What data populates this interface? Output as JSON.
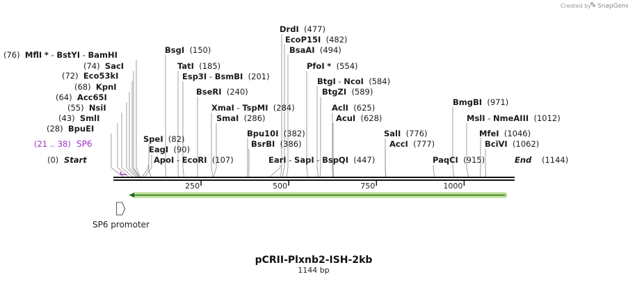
{
  "map": {
    "title": "pCRII-Plxnb2-ISH-2kb",
    "length_label": "1144 bp",
    "total_bp": 1144,
    "start_label": "Start",
    "start_pos": "(0)",
    "end_label": "End",
    "end_pos": "(1144)"
  },
  "credit": {
    "created_by": "Created by",
    "brand": "SnapGene"
  },
  "ruler": [
    {
      "value": 250,
      "label": "250"
    },
    {
      "value": 500,
      "label": "500"
    },
    {
      "value": 750,
      "label": "750"
    },
    {
      "value": 1000,
      "label": "1000"
    }
  ],
  "primer": {
    "name": "SP6",
    "range": "(21 .. 38)",
    "start": 21,
    "end": 38,
    "color": "#9e33c9"
  },
  "features": [
    {
      "name": "SP6 promoter",
      "start": 19,
      "end": 37,
      "type": "promoter"
    },
    {
      "name": "",
      "start": 40,
      "end": 1127,
      "type": "orf",
      "color": "#8bc34a"
    }
  ],
  "sites": [
    {
      "text": "(76)  MflI * - BstYI - BamHI",
      "enzymes": [
        "MflI *",
        "BstYI",
        "BamHI"
      ],
      "pos": 76
    },
    {
      "text": "(74)  SacI",
      "enzymes": [
        "SacI"
      ],
      "pos": 74
    },
    {
      "text": "(72)  Eco53kI",
      "enzymes": [
        "Eco53kI"
      ],
      "pos": 72
    },
    {
      "text": "(68)  KpnI",
      "enzymes": [
        "KpnI"
      ],
      "pos": 68
    },
    {
      "text": "(64)  Acc65I",
      "enzymes": [
        "Acc65I"
      ],
      "pos": 64
    },
    {
      "text": "(55)  NsiI",
      "enzymes": [
        "NsiI"
      ],
      "pos": 55
    },
    {
      "text": "(43)  SmlI",
      "enzymes": [
        "SmlI"
      ],
      "pos": 43
    },
    {
      "text": "(28)  BpuEI",
      "enzymes": [
        "BpuEI"
      ],
      "pos": 28
    },
    {
      "text": "SpeI  (82)",
      "enzymes": [
        "SpeI"
      ],
      "pos": 82
    },
    {
      "text": "EagI  (90)",
      "enzymes": [
        "EagI"
      ],
      "pos": 90
    },
    {
      "text": "ApoI - EcoRI  (107)",
      "enzymes": [
        "ApoI",
        "EcoRI"
      ],
      "pos": 107
    },
    {
      "text": "BsgI  (150)",
      "enzymes": [
        "BsgI"
      ],
      "pos": 150
    },
    {
      "text": "TatI  (185)",
      "enzymes": [
        "TatI"
      ],
      "pos": 185
    },
    {
      "text": "Esp3I - BsmBI  (201)",
      "enzymes": [
        "Esp3I",
        "BsmBI"
      ],
      "pos": 201
    },
    {
      "text": "BseRI  (240)",
      "enzymes": [
        "BseRI"
      ],
      "pos": 240
    },
    {
      "text": "XmaI - TspMI  (284)",
      "enzymes": [
        "XmaI",
        "TspMI"
      ],
      "pos": 284
    },
    {
      "text": "SmaI  (286)",
      "enzymes": [
        "SmaI"
      ],
      "pos": 286
    },
    {
      "text": "Bpu10I  (382)",
      "enzymes": [
        "Bpu10I"
      ],
      "pos": 382
    },
    {
      "text": "BsrBI  (386)",
      "enzymes": [
        "BsrBI"
      ],
      "pos": 386
    },
    {
      "text": "EarI - SapI - BspQI  (447)",
      "enzymes": [
        "EarI",
        "SapI",
        "BspQI"
      ],
      "pos": 447
    },
    {
      "text": "DrdI  (477)",
      "enzymes": [
        "DrdI"
      ],
      "pos": 477
    },
    {
      "text": "EcoP15I  (482)",
      "enzymes": [
        "EcoP15I"
      ],
      "pos": 482
    },
    {
      "text": "BsaAI  (494)",
      "enzymes": [
        "BsaAI"
      ],
      "pos": 494
    },
    {
      "text": "PfoI *  (554)",
      "enzymes": [
        "PfoI *"
      ],
      "pos": 554
    },
    {
      "text": "BtgI - NcoI  (584)",
      "enzymes": [
        "BtgI",
        "NcoI"
      ],
      "pos": 584
    },
    {
      "text": "BtgZI  (589)",
      "enzymes": [
        "BtgZI"
      ],
      "pos": 589
    },
    {
      "text": "AclI  (625)",
      "enzymes": [
        "AclI"
      ],
      "pos": 625
    },
    {
      "text": "AcuI  (628)",
      "enzymes": [
        "AcuI"
      ],
      "pos": 628
    },
    {
      "text": "SalI  (776)",
      "enzymes": [
        "SalI"
      ],
      "pos": 776
    },
    {
      "text": "AccI  (777)",
      "enzymes": [
        "AccI"
      ],
      "pos": 777
    },
    {
      "text": "PaqCI  (915)",
      "enzymes": [
        "PaqCI"
      ],
      "pos": 915
    },
    {
      "text": "BmgBI  (971)",
      "enzymes": [
        "BmgBI"
      ],
      "pos": 971
    },
    {
      "text": "MslI - NmeAIII  (1012)",
      "enzymes": [
        "MslI",
        "NmeAIII"
      ],
      "pos": 1012
    },
    {
      "text": "MfeI  (1046)",
      "enzymes": [
        "MfeI"
      ],
      "pos": 1046
    },
    {
      "text": "BciVI  (1062)",
      "enzymes": [
        "BciVI"
      ],
      "pos": 1062
    }
  ]
}
